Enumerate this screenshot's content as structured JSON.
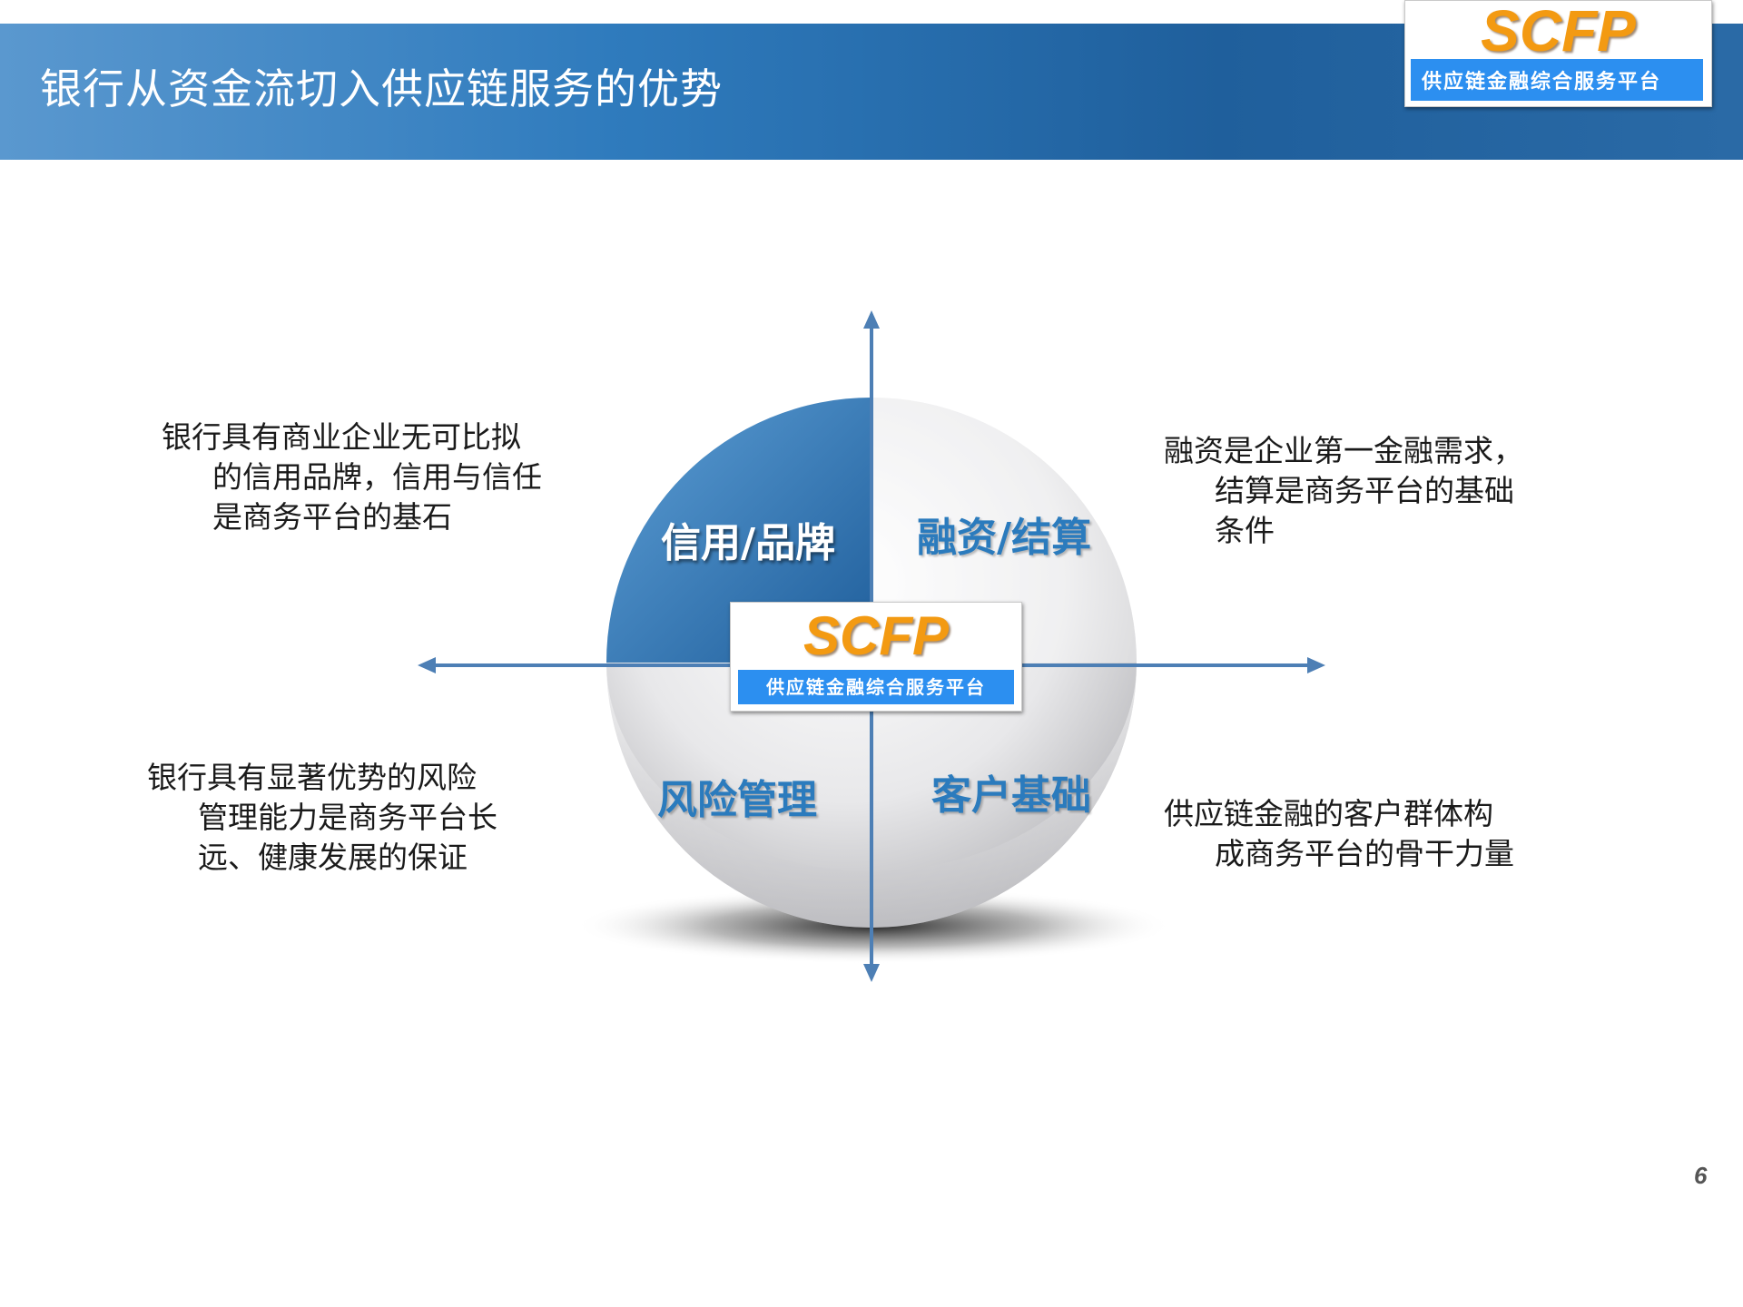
{
  "slide": {
    "title": "银行从资金流切入供应链服务的优势",
    "page_number": "6"
  },
  "logo": {
    "mark": "SCFP",
    "tagline": "供应链金融综合服务平台"
  },
  "quadrants": {
    "top_left": "信用/品牌",
    "top_right": "融资/结算",
    "bottom_left": "风险管理",
    "bottom_right": "客户基础"
  },
  "descriptions": {
    "top_left": [
      "银行具有商业企业无可比拟",
      "的信用品牌，信用与信任",
      "是商务平台的基石"
    ],
    "top_right": [
      "融资是企业第一金融需求，",
      "结算是商务平台的基础",
      "条件"
    ],
    "bottom_left": [
      "银行具有显著优势的风险",
      "管理能力是商务平台长",
      "远、健康发展的保证"
    ],
    "bottom_right": [
      "供应链金融的客户群体构",
      "成商务平台的骨干力量"
    ]
  },
  "colors": {
    "header_blue": "#2f7bbd",
    "accent_blue": "#2b7bbd",
    "logo_orange": "#f39a12",
    "tag_blue": "#2c8ff0"
  }
}
